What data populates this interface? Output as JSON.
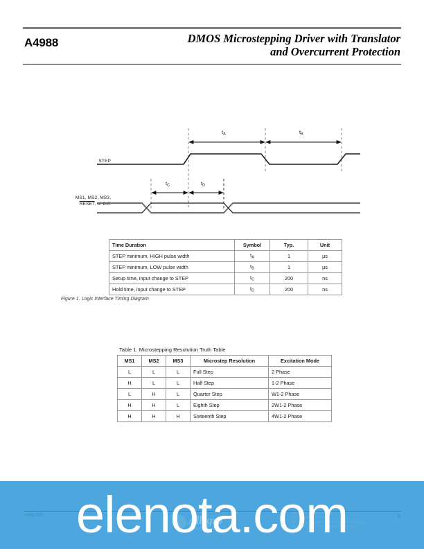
{
  "header": {
    "part_number": "A4988",
    "title_line1": "DMOS Microstepping Driver with Translator",
    "title_line2": "and Overcurrent Protection"
  },
  "timing_diagram": {
    "signal_step_label": "STEP",
    "signal_bus_label_line1": "MS1, MS2, MS3,",
    "signal_bus_label_line2_reset": "RESET",
    "signal_bus_label_line2_rest": ", or DIR",
    "interval_a": "t",
    "interval_a_sub": "A",
    "interval_b": "t",
    "interval_b_sub": "B",
    "interval_c": "t",
    "interval_c_sub": "C",
    "interval_d": "t",
    "interval_d_sub": "D"
  },
  "figure_caption": "Figure 1. Logic Interface Timing Diagram",
  "timing_table": {
    "headers": [
      "Time Duration",
      "Symbol",
      "Typ.",
      "Unit"
    ],
    "rows": [
      {
        "desc": "STEP minimum, HIGH pulse width",
        "sym": "t",
        "sym_sub": "A",
        "typ": "1",
        "unit": "µs"
      },
      {
        "desc": "STEP minimum, LOW pulse width",
        "sym": "t",
        "sym_sub": "B",
        "typ": "1",
        "unit": "µs"
      },
      {
        "desc": "Setup time, input change to STEP",
        "sym": "t",
        "sym_sub": "C",
        "typ": "200",
        "unit": "ns"
      },
      {
        "desc": "Hold time, input change to STEP",
        "sym": "t",
        "sym_sub": "D",
        "typ": "200",
        "unit": "ns"
      }
    ]
  },
  "truth_table": {
    "caption": "Table 1. Microstepping Resolution Truth Table",
    "headers": [
      "MS1",
      "MS2",
      "MS3",
      "Microstep Resolution",
      "Excitation Mode"
    ],
    "rows": [
      {
        "ms1": "L",
        "ms2": "L",
        "ms3": "L",
        "resolution": "Full Step",
        "mode": "2 Phase"
      },
      {
        "ms1": "H",
        "ms2": "L",
        "ms3": "L",
        "resolution": "Half Step",
        "mode": "1-2 Phase"
      },
      {
        "ms1": "L",
        "ms2": "H",
        "ms3": "L",
        "resolution": "Quarter Step",
        "mode": "W1-2 Phase"
      },
      {
        "ms1": "H",
        "ms2": "H",
        "ms3": "L",
        "resolution": "Eighth Step",
        "mode": "2W1-2 Phase"
      },
      {
        "ms1": "H",
        "ms2": "H",
        "ms3": "H",
        "resolution": "Sixteenth Step",
        "mode": "4W1-2 Phase"
      }
    ]
  },
  "footer": {
    "doc_id": "4988-DS",
    "page_number": "6",
    "company_line1": "Allegro MicroSystems, Inc.",
    "company_line2": "115 Northeast Cutoff",
    "company_line3": "Worcester, Massachusetts 01615-0036 U.S.A.",
    "company_line4": "1.508.853.5000; www.allegromicro.com",
    "logo_wordmark": "Allegro",
    "logo_subname": "MicroSystems, Inc.",
    "watermark": "elenota.com"
  },
  "colors": {
    "rule_gray": "#808080",
    "table_border": "#9a9a9a",
    "footer_blue": "#4da6dd",
    "watermark_white": "#ffffff"
  }
}
